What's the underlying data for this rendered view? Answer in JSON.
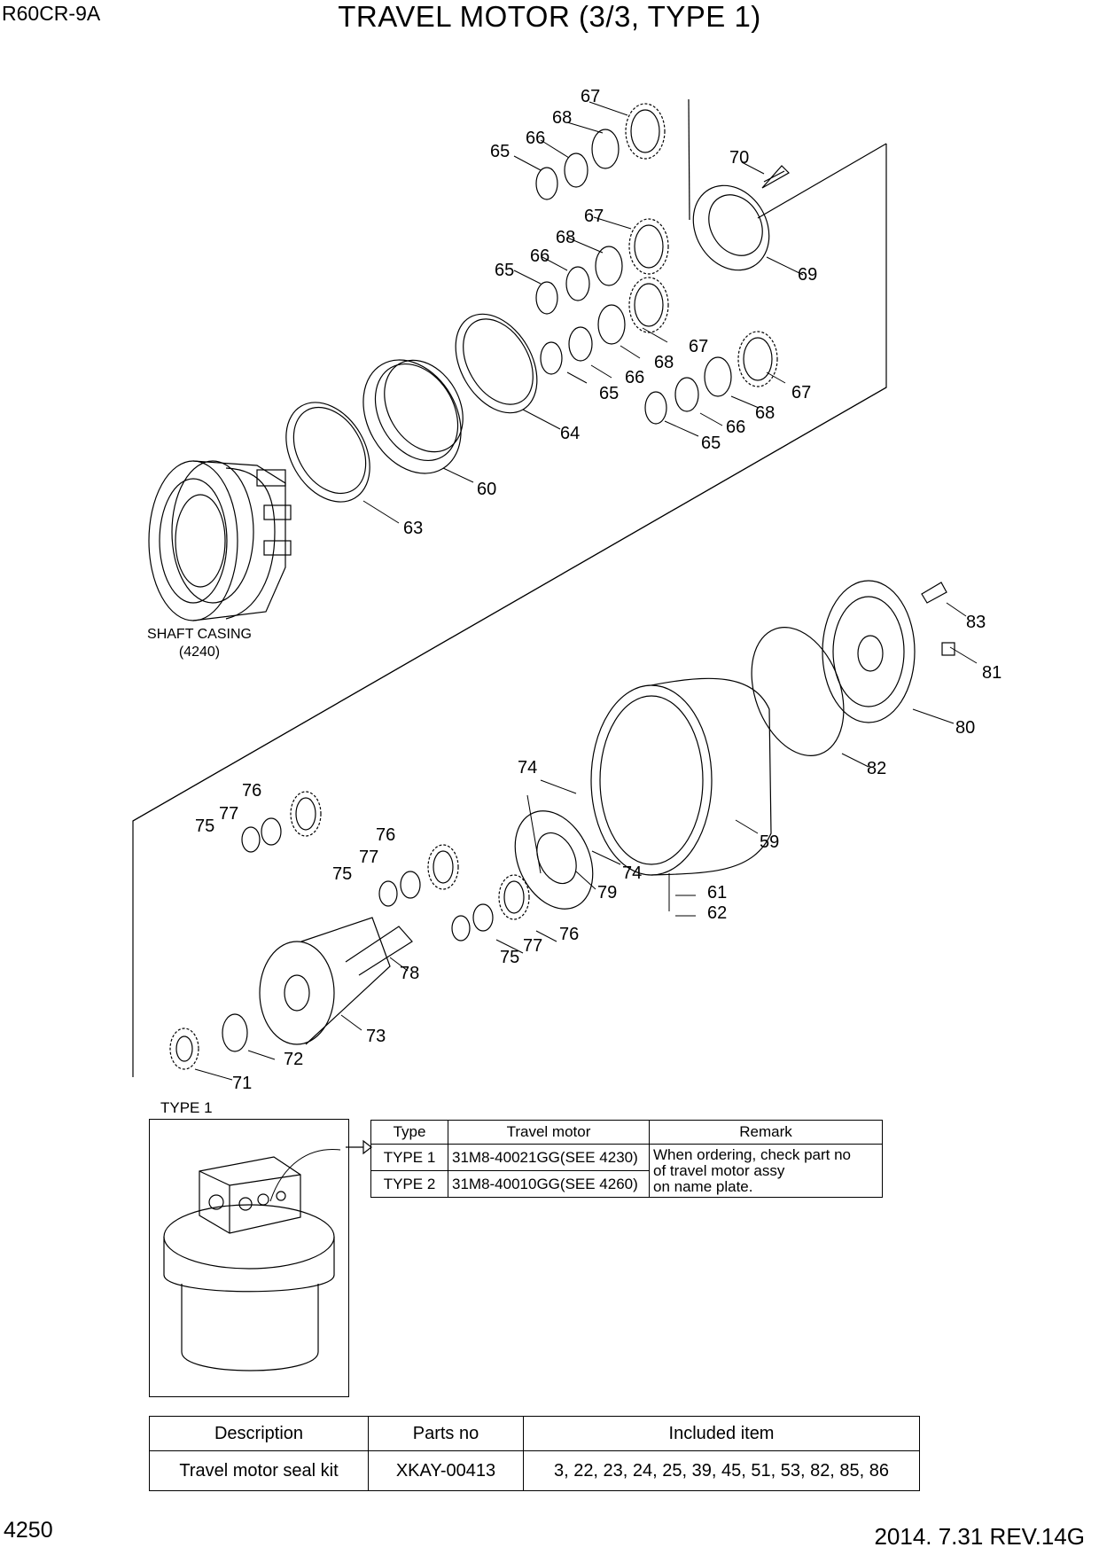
{
  "header": {
    "model": "R60CR-9A",
    "title": "TRAVEL MOTOR (3/3, TYPE 1)"
  },
  "footer": {
    "page": "4250",
    "revision": "2014. 7.31  REV.14G"
  },
  "diagram": {
    "reference_label": "SHAFT CASING",
    "reference_code": "(4240)",
    "callouts": [
      "67",
      "68",
      "66",
      "65",
      "70",
      "67",
      "68",
      "66",
      "65",
      "69",
      "67",
      "68",
      "66",
      "65",
      "67",
      "68",
      "66",
      "65",
      "64",
      "60",
      "63",
      "83",
      "81",
      "80",
      "82",
      "59",
      "74",
      "76",
      "77",
      "75",
      "76",
      "77",
      "75",
      "74",
      "79",
      "61",
      "62",
      "76",
      "77",
      "75",
      "78",
      "73",
      "72",
      "71"
    ]
  },
  "type_box": {
    "title": "TYPE 1"
  },
  "type_table": {
    "headers": [
      "Type",
      "Travel motor",
      "Remark"
    ],
    "rows": [
      [
        "TYPE 1",
        "31M8-40021GG(SEE 4230)"
      ],
      [
        "TYPE 2",
        "31M8-40010GG(SEE 4260)"
      ]
    ],
    "remark": [
      "When ordering, check part no",
      "of travel motor assy",
      "on name plate."
    ]
  },
  "kit_table": {
    "headers": [
      "Description",
      "Parts no",
      "Included item"
    ],
    "rows": [
      [
        "Travel motor seal kit",
        "XKAY-00413",
        "3, 22, 23, 24, 25, 39, 45, 51, 53, 82, 85, 86"
      ]
    ]
  }
}
